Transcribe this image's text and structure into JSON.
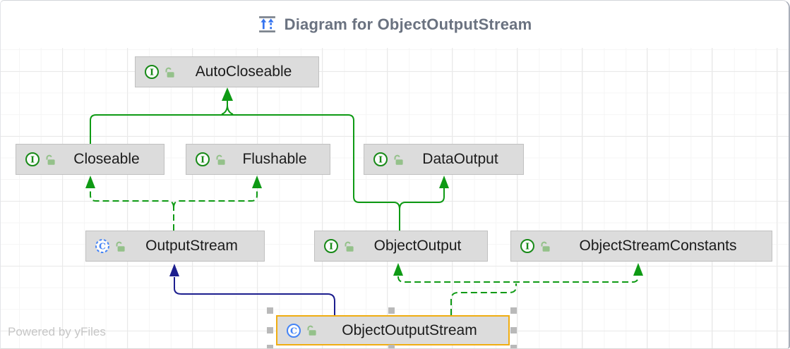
{
  "header": {
    "title": "Diagram for ObjectOutputStream",
    "icon": "hierarchy-arrows-icon"
  },
  "watermark": "Powered by yFiles",
  "colors": {
    "interface_green": "#188a18",
    "lock_green": "#94c18a",
    "class_blue": "#4584f6",
    "edge_green": "#0e9a14",
    "edge_navy": "#1c1e8e",
    "selection_gold": "#f0ad12",
    "node_bg": "#dcdcdc",
    "title_gray": "#6a7280"
  },
  "nodes": [
    {
      "label": "AutoCloseable",
      "kind": "interface",
      "icon_letter": "I",
      "selected": false
    },
    {
      "label": "Closeable",
      "kind": "interface",
      "icon_letter": "I",
      "selected": false
    },
    {
      "label": "Flushable",
      "kind": "interface",
      "icon_letter": "I",
      "selected": false
    },
    {
      "label": "DataOutput",
      "kind": "interface",
      "icon_letter": "I",
      "selected": false
    },
    {
      "label": "OutputStream",
      "kind": "abstract-class",
      "icon_letter": "C",
      "selected": false
    },
    {
      "label": "ObjectOutput",
      "kind": "interface",
      "icon_letter": "I",
      "selected": false
    },
    {
      "label": "ObjectStreamConstants",
      "kind": "interface",
      "icon_letter": "I",
      "selected": false
    },
    {
      "label": "ObjectOutputStream",
      "kind": "class",
      "icon_letter": "C",
      "selected": true
    }
  ],
  "relations": [
    {
      "from": "Closeable",
      "to": "AutoCloseable",
      "type": "extends"
    },
    {
      "from": "ObjectOutput",
      "to": "AutoCloseable",
      "type": "extends"
    },
    {
      "from": "ObjectOutput",
      "to": "DataOutput",
      "type": "extends"
    },
    {
      "from": "OutputStream",
      "to": "Closeable",
      "type": "implements"
    },
    {
      "from": "OutputStream",
      "to": "Flushable",
      "type": "implements"
    },
    {
      "from": "ObjectOutputStream",
      "to": "OutputStream",
      "type": "extends"
    },
    {
      "from": "ObjectOutputStream",
      "to": "ObjectOutput",
      "type": "implements"
    },
    {
      "from": "ObjectOutputStream",
      "to": "ObjectStreamConstants",
      "type": "implements"
    }
  ]
}
